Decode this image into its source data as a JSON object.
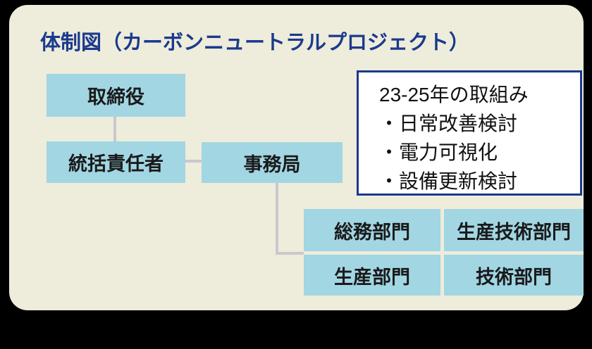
{
  "colors": {
    "canvas_bg": "#000000",
    "panel_bg": "#eeecda",
    "node_bg": "#a2d6e3",
    "accent_blue": "#1a3a8e",
    "connector_gray": "#c9c8cd",
    "node_text": "#1a1a1a"
  },
  "title": "体制図（カーボンニュートラルプロジェクト）",
  "org_chart": {
    "nodes": [
      {
        "id": "director",
        "label": "取締役"
      },
      {
        "id": "general-manager",
        "label": "統括責任者"
      },
      {
        "id": "secretariat",
        "label": "事務局"
      },
      {
        "id": "general-affairs-dept",
        "label": "総務部門"
      },
      {
        "id": "production-eng-dept",
        "label": "生産技術部門"
      },
      {
        "id": "production-dept",
        "label": "生産部門"
      },
      {
        "id": "engineering-dept",
        "label": "技術部門"
      }
    ],
    "connections": [
      "取締役→統括責任者",
      "統括責任者→事務局",
      "事務局→部門グループ"
    ]
  },
  "note_box": {
    "heading": "23-25年の取組み",
    "items": [
      "・日常改善検討",
      "・電力可視化",
      "・設備更新検討"
    ]
  }
}
